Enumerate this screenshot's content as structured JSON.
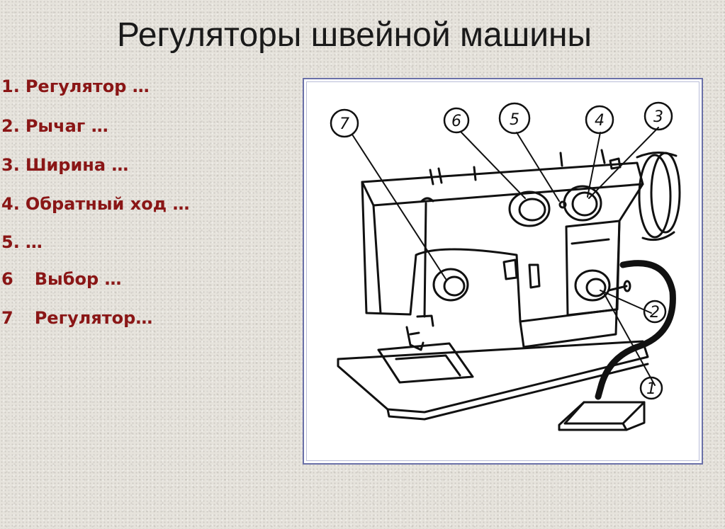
{
  "title": "Регуляторы швейной машины",
  "items": [
    {
      "num": "1.",
      "text": "Регулятор …"
    },
    {
      "num": "2.",
      "text": "Рычаг …"
    },
    {
      "num": "3.",
      "text": "Ширина …"
    },
    {
      "num": "4.",
      "text": "Обратный ход …"
    },
    {
      "num": "5.",
      "text": " …"
    },
    {
      "num": "6",
      "text": "Выбор …"
    },
    {
      "num": "7",
      "text": "Регулятор…"
    }
  ],
  "callouts": [
    "1",
    "2",
    "3",
    "4",
    "5",
    "6",
    "7"
  ],
  "colors": {
    "list_text": "#8a1616",
    "frame": "#6a70a8",
    "background": "#e6e3dc"
  }
}
